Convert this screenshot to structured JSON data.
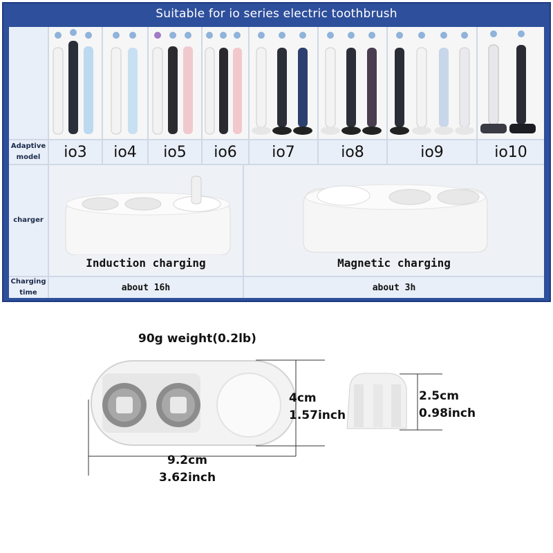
{
  "table": {
    "title": "Suitable for io series electric toothbrush",
    "row_labels": {
      "adaptive_model": "Adaptive model",
      "charger": "charger",
      "charging_time": "Charging time"
    },
    "models": [
      "io3",
      "io4",
      "io5",
      "io6",
      "io7",
      "io8",
      "io9",
      "io10"
    ],
    "chargers": [
      {
        "caption": "Induction charging",
        "time": "about 16h"
      },
      {
        "caption": "Magnetic charging",
        "time": "about 3h"
      }
    ]
  },
  "dimensions": {
    "weight": "90g weight(0.2lb)",
    "base_height_cm": "4cm",
    "base_height_inch": "1.57inch",
    "base_length_cm": "9.2cm",
    "base_length_inch": "3.62inch",
    "cap_height_cm": "2.5cm",
    "cap_height_inch": "0.98inch"
  },
  "colors": {
    "frame_blue": "#2e4f9b",
    "cell_light": "#e9eff8",
    "charger_white": "#f4f4f4"
  }
}
